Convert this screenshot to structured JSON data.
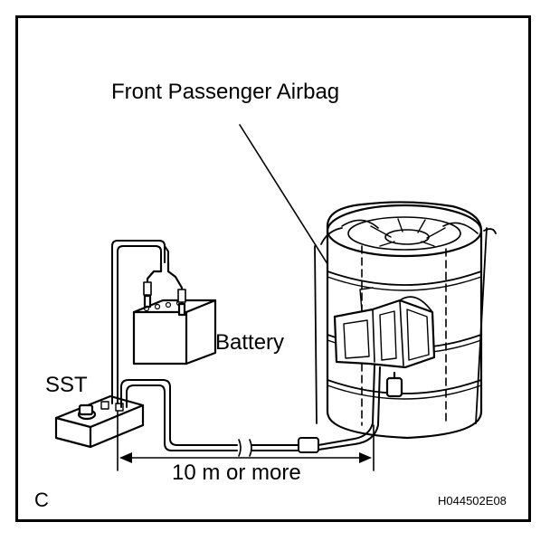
{
  "labels": {
    "airbag": "Front Passenger Airbag",
    "battery": "Battery",
    "sst": "SST",
    "distance": "10 m or more",
    "figure_letter": "C",
    "code": "H044502E08"
  }
}
